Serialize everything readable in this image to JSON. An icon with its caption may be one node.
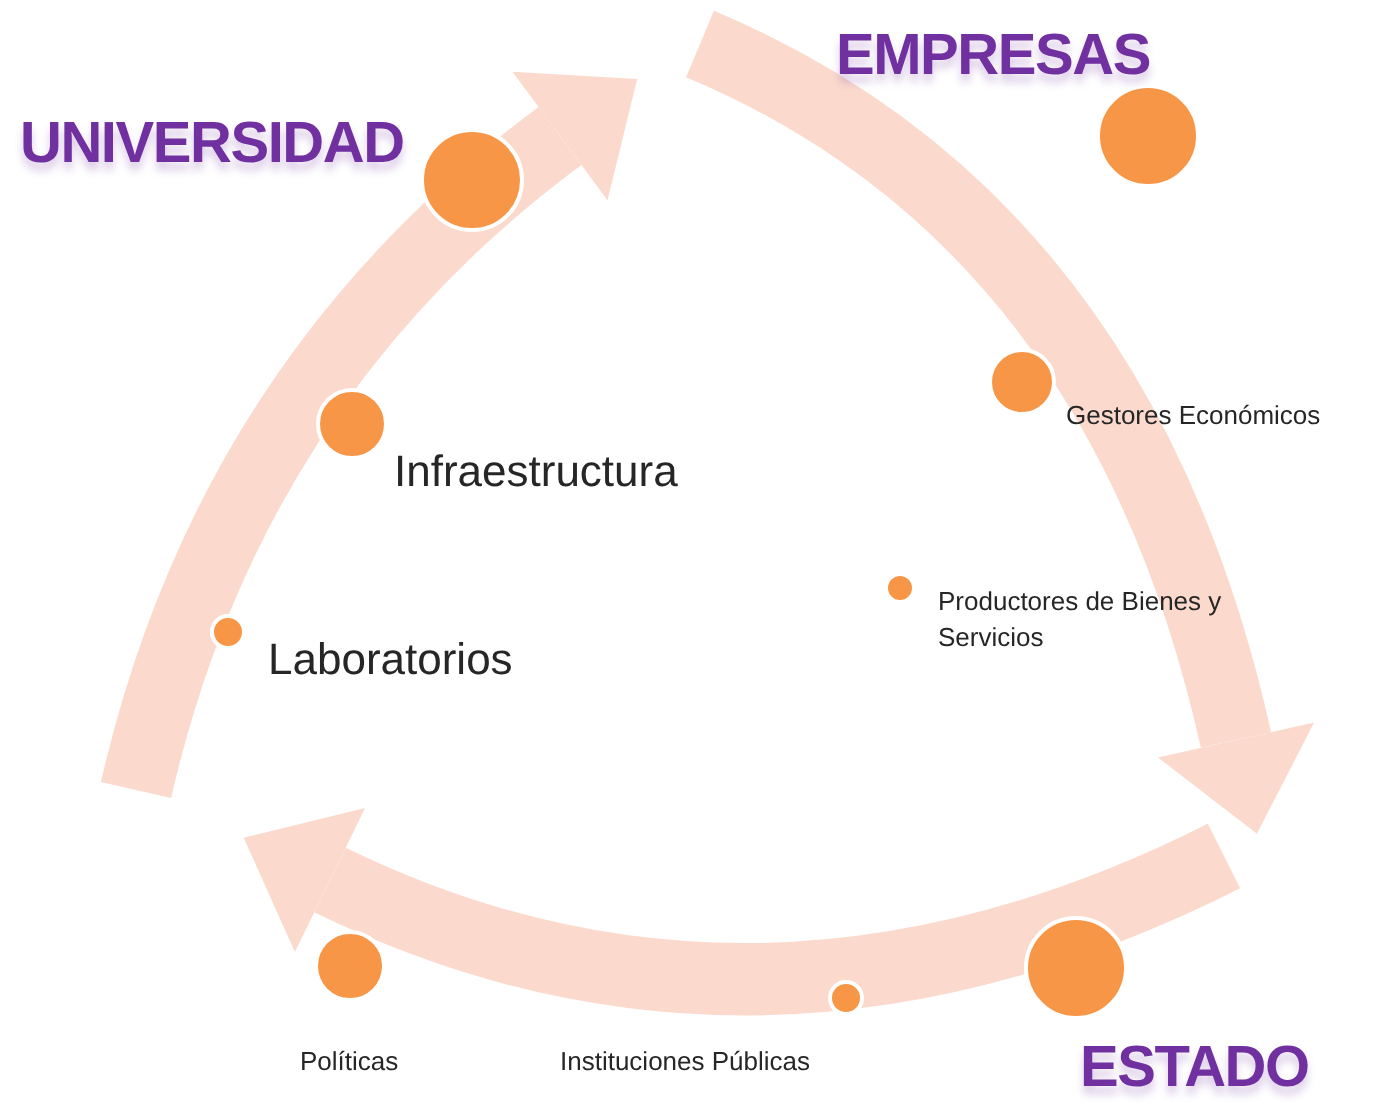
{
  "diagram": {
    "nodes": [
      {
        "text": [],
        "shape": "circle",
        "beside": [
          "UNIVERSIDAD"
        ]
      },
      {
        "text": [],
        "shape": "circle",
        "beside": [
          "Infraestructura"
        ]
      },
      {
        "text": [],
        "shape": "circle",
        "beside": [
          "Laboratorios"
        ]
      },
      {
        "text": [],
        "shape": "circle",
        "beside": [
          "EMPRESAS"
        ]
      },
      {
        "text": [],
        "shape": "circle",
        "beside": [
          "Gestores Económicos"
        ]
      },
      {
        "text": [],
        "shape": "circle",
        "beside": [
          "Productores de Bienes y Servicios"
        ]
      },
      {
        "text": [],
        "shape": "circle",
        "beside": [
          "ESTADO"
        ]
      },
      {
        "text": [],
        "shape": "circle",
        "beside": [
          "Instituciones Públicas"
        ]
      },
      {
        "text": [],
        "shape": "circle",
        "beside": [
          "Políticas"
        ]
      }
    ]
  }
}
